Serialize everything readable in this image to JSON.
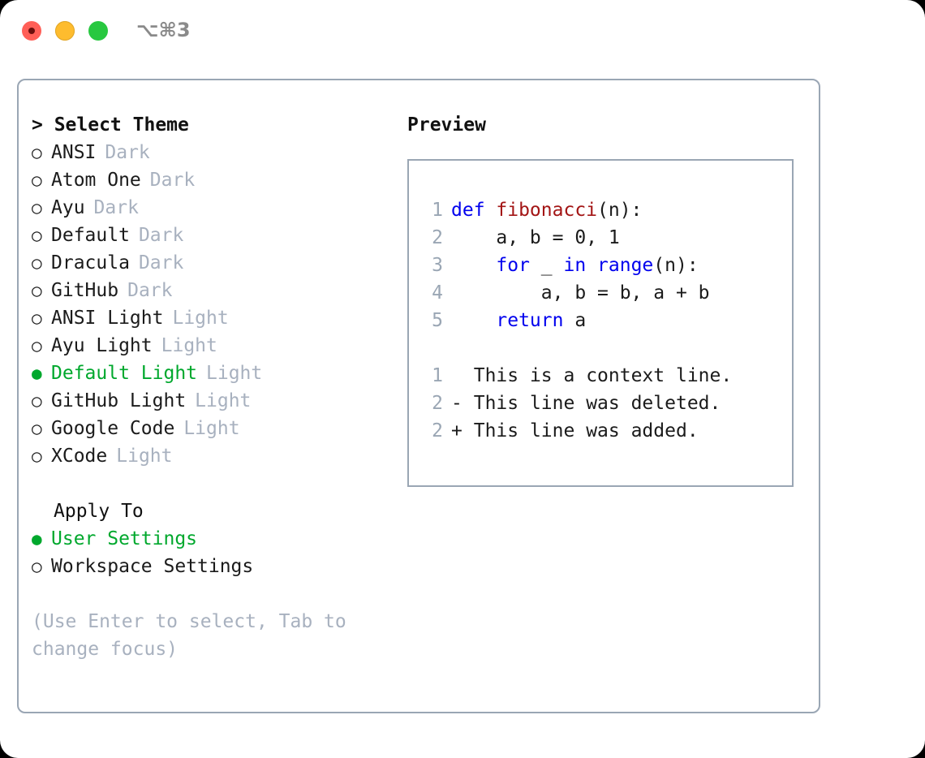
{
  "titlebar": {
    "shortcut": "⌥⌘3",
    "buttons": {
      "close": "close",
      "minimize": "minimize",
      "maximize": "maximize"
    }
  },
  "theme_picker": {
    "heading": "> Select Theme",
    "selected_marker": "●",
    "unselected_marker": "○",
    "items": [
      {
        "label": "ANSI",
        "tag": "Dark",
        "selected": false
      },
      {
        "label": "Atom One",
        "tag": "Dark",
        "selected": false
      },
      {
        "label": "Ayu",
        "tag": "Dark",
        "selected": false
      },
      {
        "label": "Default",
        "tag": "Dark",
        "selected": false
      },
      {
        "label": "Dracula",
        "tag": "Dark",
        "selected": false
      },
      {
        "label": "GitHub",
        "tag": "Dark",
        "selected": false
      },
      {
        "label": "ANSI Light",
        "tag": "Light",
        "selected": false
      },
      {
        "label": "Ayu Light",
        "tag": "Light",
        "selected": false
      },
      {
        "label": "Default Light",
        "tag": "Light",
        "selected": true
      },
      {
        "label": "GitHub Light",
        "tag": "Light",
        "selected": false
      },
      {
        "label": "Google Code",
        "tag": "Light",
        "selected": false
      },
      {
        "label": "XCode",
        "tag": "Light",
        "selected": false
      }
    ]
  },
  "apply_to": {
    "heading": "Apply To",
    "items": [
      {
        "label": "User Settings",
        "selected": true
      },
      {
        "label": "Workspace Settings",
        "selected": false
      }
    ]
  },
  "hint": "(Use Enter to select, Tab to change focus)",
  "preview": {
    "heading": "Preview",
    "code_lines": [
      {
        "num": "1",
        "tokens": [
          {
            "text": "def ",
            "kind": "kw"
          },
          {
            "text": "fibonacci",
            "kind": "fn"
          },
          {
            "text": "(n):",
            "kind": "plain"
          }
        ]
      },
      {
        "num": "2",
        "tokens": [
          {
            "text": "    a, b = 0, 1",
            "kind": "plain"
          }
        ]
      },
      {
        "num": "3",
        "tokens": [
          {
            "text": "    ",
            "kind": "plain"
          },
          {
            "text": "for",
            "kind": "kw"
          },
          {
            "text": " _ ",
            "kind": "plain"
          },
          {
            "text": "in",
            "kind": "kw"
          },
          {
            "text": " ",
            "kind": "plain"
          },
          {
            "text": "range",
            "kind": "kw"
          },
          {
            "text": "(n):",
            "kind": "plain"
          }
        ]
      },
      {
        "num": "4",
        "tokens": [
          {
            "text": "        a, b = b, a + b",
            "kind": "plain"
          }
        ]
      },
      {
        "num": "5",
        "tokens": [
          {
            "text": "    ",
            "kind": "plain"
          },
          {
            "text": "return",
            "kind": "kw"
          },
          {
            "text": " a",
            "kind": "plain"
          }
        ]
      }
    ],
    "diff_lines": [
      {
        "num": "1",
        "marker": " ",
        "text": "This is a context line.",
        "kind": "ctx"
      },
      {
        "num": "2",
        "marker": "-",
        "text": "This line was deleted.",
        "kind": "del"
      },
      {
        "num": "2",
        "marker": "+",
        "text": "This line was added.",
        "kind": "add"
      }
    ]
  },
  "colors": {
    "accent_green": "#00a82d",
    "diff_add_green": "#00c000",
    "diff_del_red": "#cc0000",
    "keyword_blue": "#0000ee",
    "function_red": "#a31515",
    "muted": "#a8b1bf",
    "border": "#9aa6b4",
    "traffic_close": "#ff5f57",
    "traffic_min": "#febc2e",
    "traffic_max": "#28c840"
  }
}
